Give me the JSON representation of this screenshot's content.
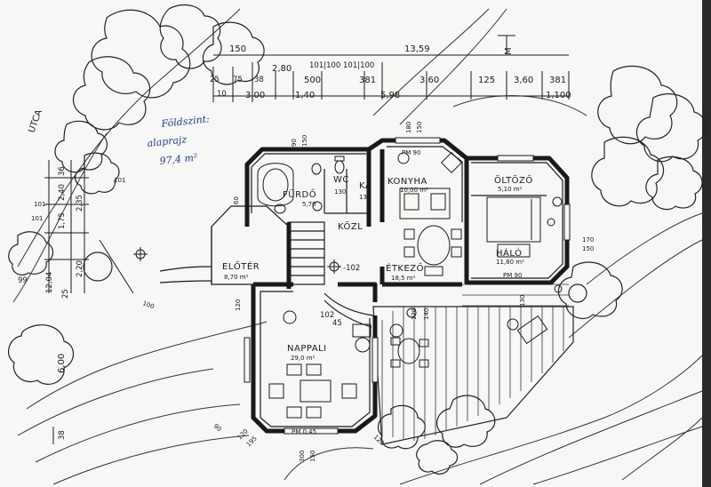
{
  "street": {
    "label": "UTCA"
  },
  "note": {
    "line1": "Földszint:",
    "line2": "alaprajz",
    "line3": "97,4 m²"
  },
  "north": {
    "letter": "M"
  },
  "rooms": {
    "furdo": {
      "name": "FÜRDŐ",
      "area": "5,70"
    },
    "wc": {
      "name": "WC",
      "dim": "130"
    },
    "kamra": {
      "name": "KA",
      "dim": "130"
    },
    "konyha": {
      "name": "KONYHA",
      "area": "10,00 m²",
      "pm": "PM 90"
    },
    "oltozo": {
      "name": "ÖLTÖZŐ",
      "area": "5,10 m²"
    },
    "halo": {
      "name": "HÁLÓ",
      "area": "11,80 m²",
      "pm": "PM 90"
    },
    "kozl": {
      "name": "KÖZL"
    },
    "eloter": {
      "name": "ELŐTÉR",
      "area": "8,70 m²"
    },
    "etkezo": {
      "name": "ÉTKEZŐ",
      "area": "18,5 m²"
    },
    "nappali": {
      "name": "NAPPALI",
      "area": "29,0 m²",
      "pm": "PM 0,45"
    }
  },
  "levels": {
    "l102": "-102",
    "l102b": "102",
    "l45": "45"
  },
  "dims_top": {
    "d1359": "13,59",
    "d150": "150",
    "d280": "2,80",
    "d1011": "101|100 101|100",
    "d25": "25",
    "d75": "75",
    "d38": "38",
    "d500": "500",
    "d381": "381",
    "d10": "10",
    "d300": "3,00",
    "d140": "1,40",
    "d598": "5,98",
    "d360": "3,60",
    "d125": "125",
    "d3602": "3,60",
    "d381b": "381",
    "d1100": "1,100"
  },
  "dims_left": {
    "d36": "36",
    "d240": "2,40",
    "d175": "1,75",
    "d235": "2,35",
    "d220": "2,20",
    "d1204": "12,04",
    "d25": "25",
    "d99": "99",
    "d101a": "101",
    "d101b": "101",
    "d101c": "101",
    "d600": "6,00",
    "d38": "38"
  },
  "dims_misc": {
    "d90": "90",
    "d150": "150",
    "d180": "180",
    "d150b": "150",
    "d60": "60",
    "d120": "120",
    "d130": "130",
    "d170": "170",
    "d150c": "150",
    "d100": "100",
    "d120b": "120",
    "d195": "195",
    "d300": "300",
    "d150d": "150",
    "d120c": "120",
    "d90b": "90",
    "d140": "140",
    "d120d": "120"
  }
}
